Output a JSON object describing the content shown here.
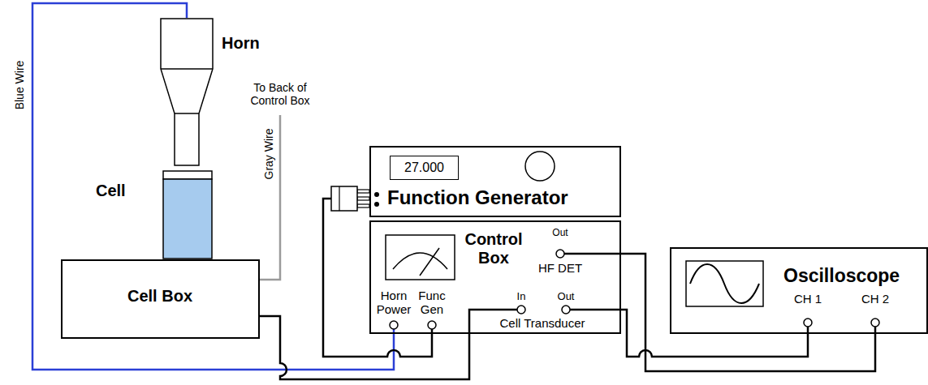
{
  "diagram": {
    "nodes": [
      {
        "text": [
          "Horn"
        ]
      },
      {
        "text": [
          "Cell"
        ]
      },
      {
        "text": [
          "Cell Box"
        ]
      },
      {
        "text": [
          "27.000",
          "Function Generator"
        ]
      },
      {
        "text": [
          "Control Box",
          "Out",
          "HF DET",
          "Horn Power",
          "Func Gen",
          "In",
          "Out",
          "Cell Transducer"
        ]
      },
      {
        "text": [
          "Oscilloscope",
          "CH 1",
          "CH 2"
        ]
      }
    ],
    "edges": [
      {
        "from": 0,
        "to": 4,
        "arrow": "none",
        "label": "Blue Wire"
      },
      {
        "from": 2,
        "to": 4,
        "arrow": "none"
      },
      {
        "from": 3,
        "to": 4,
        "arrow": "none"
      },
      {
        "from": 4,
        "to": 5,
        "arrow": "none"
      },
      {
        "from": 4,
        "to": 5,
        "arrow": "none"
      }
    ],
    "labels": [
      "To Back of Control Box",
      "Gray Wire"
    ]
  }
}
